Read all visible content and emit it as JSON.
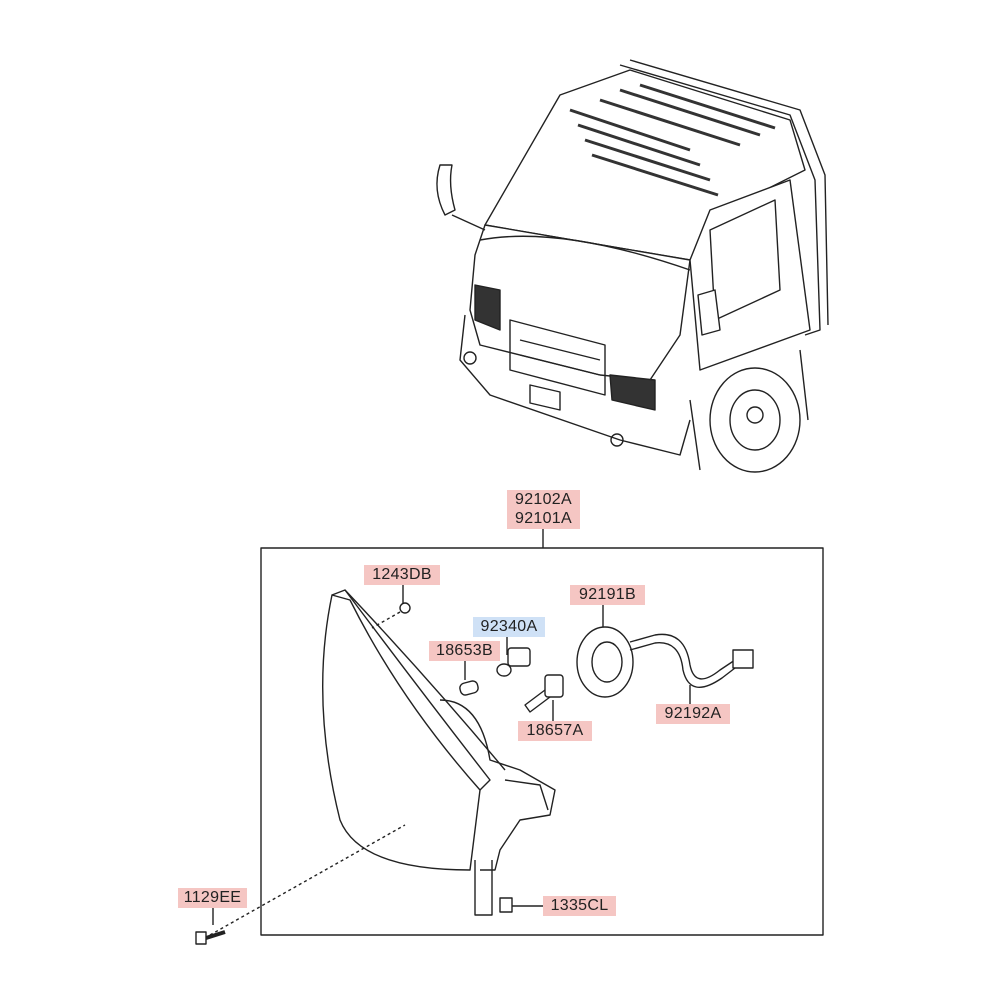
{
  "assembly": {
    "part_upper": "92102A",
    "part_lower": "92101A"
  },
  "callouts": [
    {
      "id": "1243DB",
      "highlight": "red"
    },
    {
      "id": "92340A",
      "highlight": "blue"
    },
    {
      "id": "18653B",
      "highlight": "red"
    },
    {
      "id": "92191B",
      "highlight": "red"
    },
    {
      "id": "18657A",
      "highlight": "red"
    },
    {
      "id": "92192A",
      "highlight": "red"
    },
    {
      "id": "1129EE",
      "highlight": "red"
    },
    {
      "id": "1335CL",
      "highlight": "red"
    }
  ],
  "colors": {
    "red_highlight": "#f5c6c3",
    "blue_highlight": "#cfe1f6",
    "line": "#222222"
  }
}
